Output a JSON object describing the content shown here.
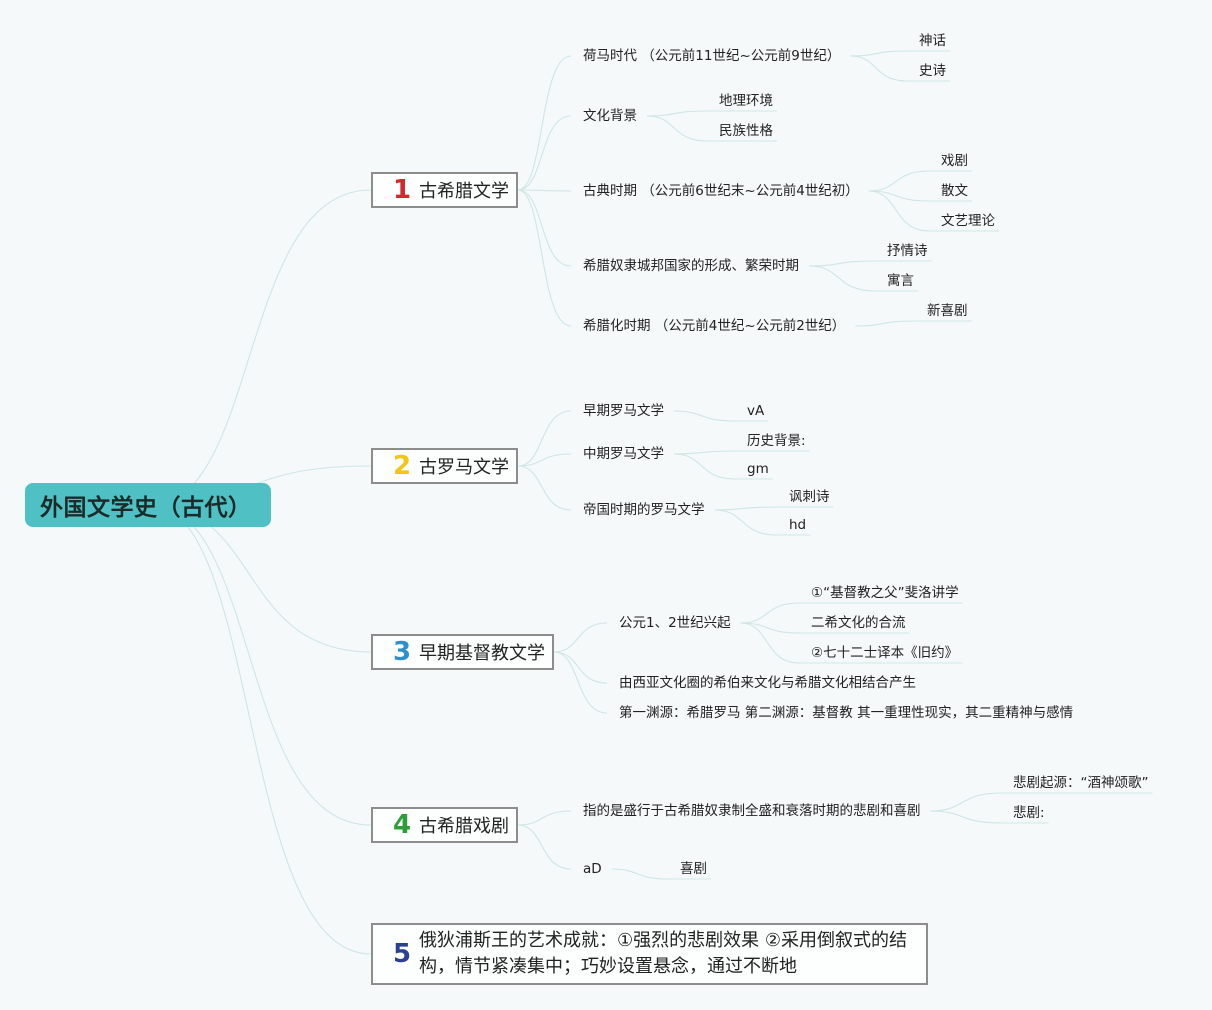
{
  "root": {
    "title": "外国文学史（古代）"
  },
  "branches": [
    {
      "number": "1",
      "color": "#d9252e",
      "title": "古希腊文学",
      "children": [
        {
          "label": "荷马时代 （公元前11世纪~公元前9世纪）",
          "children": [
            "神话",
            "史诗"
          ]
        },
        {
          "label": "文化背景",
          "children": [
            "地理环境",
            "民族性格"
          ]
        },
        {
          "label": "古典时期 （公元前6世纪末~公元前4世纪初）",
          "children": [
            "戏剧",
            "散文",
            "文艺理论"
          ]
        },
        {
          "label": "希腊奴隶城邦国家的形成、繁荣时期",
          "children": [
            "抒情诗",
            "寓言"
          ]
        },
        {
          "label": "希腊化时期 （公元前4世纪~公元前2世纪）",
          "children": [
            "新喜剧"
          ]
        }
      ]
    },
    {
      "number": "2",
      "color": "#f3c515",
      "title": "古罗马文学",
      "children": [
        {
          "label": "早期罗马文学",
          "children": [
            "vA"
          ]
        },
        {
          "label": "中期罗马文学",
          "children": [
            "历史背景:",
            "gm"
          ]
        },
        {
          "label": "帝国时期的罗马文学",
          "children": [
            "讽刺诗",
            "hd"
          ]
        }
      ]
    },
    {
      "number": "3",
      "color": "#2d8fd0",
      "title": "早期基督教文学",
      "children": [
        {
          "label": "公元1、2世纪兴起",
          "children": [
            "①“基督教之父”斐洛讲学",
            "二希文化的合流",
            "②七十二士译本《旧约》"
          ]
        },
        {
          "label": "由西亚文化圈的希伯来文化与希腊文化相结合产生",
          "children": []
        },
        {
          "label": "第一渊源：希腊罗马 第二渊源：基督教 其一重理性现实，其二重精神与感情",
          "children": []
        }
      ]
    },
    {
      "number": "4",
      "color": "#2e9e3a",
      "title": "古希腊戏剧",
      "children": [
        {
          "label": "指的是盛行于古希腊奴隶制全盛和衰落时期的悲剧和喜剧",
          "children": [
            "悲剧起源：“酒神颂歌”",
            "悲剧:"
          ]
        },
        {
          "label": "aD",
          "children": [
            "喜剧"
          ]
        }
      ]
    },
    {
      "number": "5",
      "color": "#2a3f8f",
      "title": "俄狄浦斯王的艺术成就：①强烈的悲剧效果 ②采用倒叙式的结构，情节紧凑集中；巧妙设置悬念，通过不断地",
      "children": []
    }
  ]
}
